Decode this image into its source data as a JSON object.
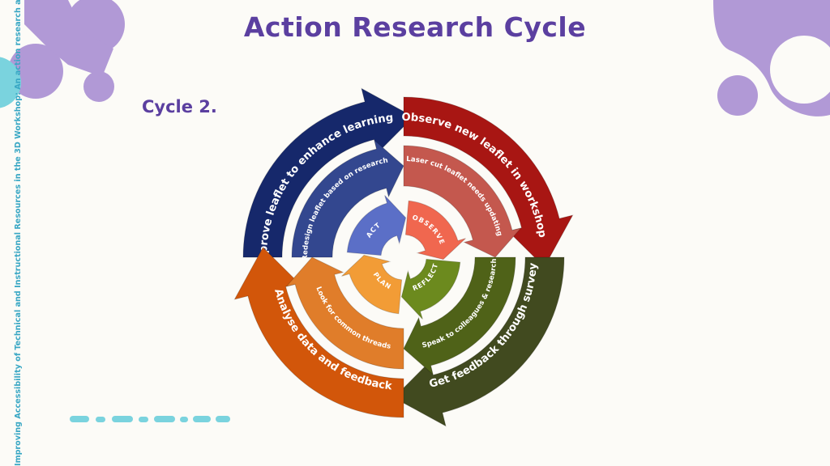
{
  "slide": {
    "title": "Action Research Cycle",
    "cycle_label": "Cycle 2.",
    "side_text": "Improving Accessibility of Technical and Instructional Resources in the 3D Workshop: An action research approach"
  },
  "cycle": {
    "outer": [
      {
        "label": "Improve leaflet to enhance learning",
        "color": "#16286b"
      },
      {
        "label": "Observe new leaflet in workshop",
        "color": "#a81613"
      },
      {
        "label": "Get feedback through survey",
        "color": "#414a1f"
      },
      {
        "label": "Analyse data and feedback",
        "color": "#d2560a"
      }
    ],
    "middle": [
      {
        "label": "Redesign leaflet based on research",
        "color": "#33478f"
      },
      {
        "label": "Laser cut leaflet needs updating",
        "color": "#c4584e"
      },
      {
        "label": "Speak to colleagues & research",
        "color": "#4f6218"
      },
      {
        "label": "Look for common threads",
        "color": "#e07d2a"
      }
    ],
    "inner": [
      {
        "label": "ACT",
        "color": "#5b6fc7"
      },
      {
        "label": "OBSERVE",
        "color": "#f0674f"
      },
      {
        "label": "REFLECT",
        "color": "#6c8a1e"
      },
      {
        "label": "PLAN",
        "color": "#f29c36"
      }
    ]
  },
  "colors": {
    "title": "#5b3fa0",
    "side_text": "#39a7c4",
    "blob": "#b199d6",
    "cyan": "#7ad3de",
    "background": "#fcfbf7"
  }
}
